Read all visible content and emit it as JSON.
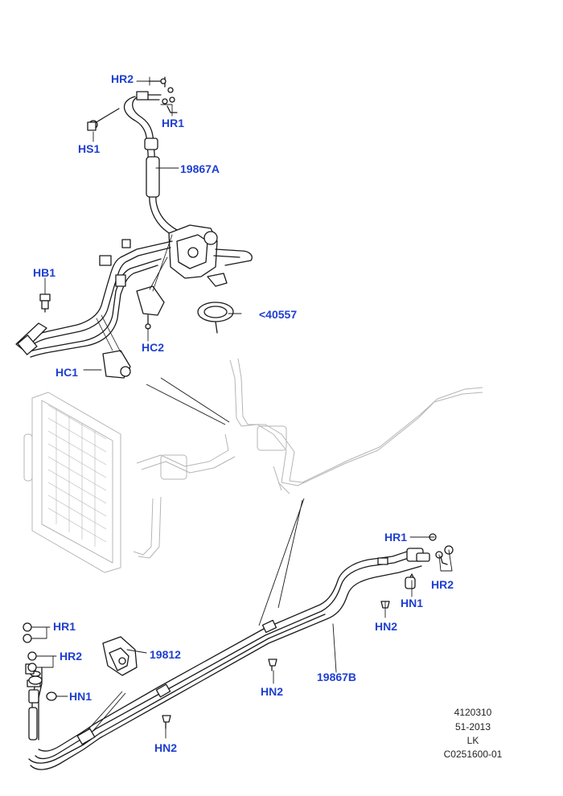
{
  "colors": {
    "label": "#1e3fd0",
    "linework": "#1a1a1a",
    "ghost": "#b5b5b5",
    "background": "#ffffff"
  },
  "callouts": {
    "hr2_top": "HR2",
    "hr1_top": "HR1",
    "hs1": "HS1",
    "part_19867a": "19867A",
    "hb1": "HB1",
    "part_40557": "<40557",
    "hc2": "HC2",
    "hc1": "HC1",
    "hr1_right": "HR1",
    "hr2_right": "HR2",
    "hn1_right": "HN1",
    "hn2_right": "HN2",
    "part_19867b": "19867B",
    "hn2_center": "HN2",
    "hr1_left": "HR1",
    "hr2_left": "HR2",
    "part_19812": "19812",
    "hn1_left": "HN1",
    "hn2_bottom": "HN2"
  },
  "meta": {
    "code": "4120310",
    "date": "51-2013",
    "market": "LK",
    "ref": "C0251600-01"
  }
}
